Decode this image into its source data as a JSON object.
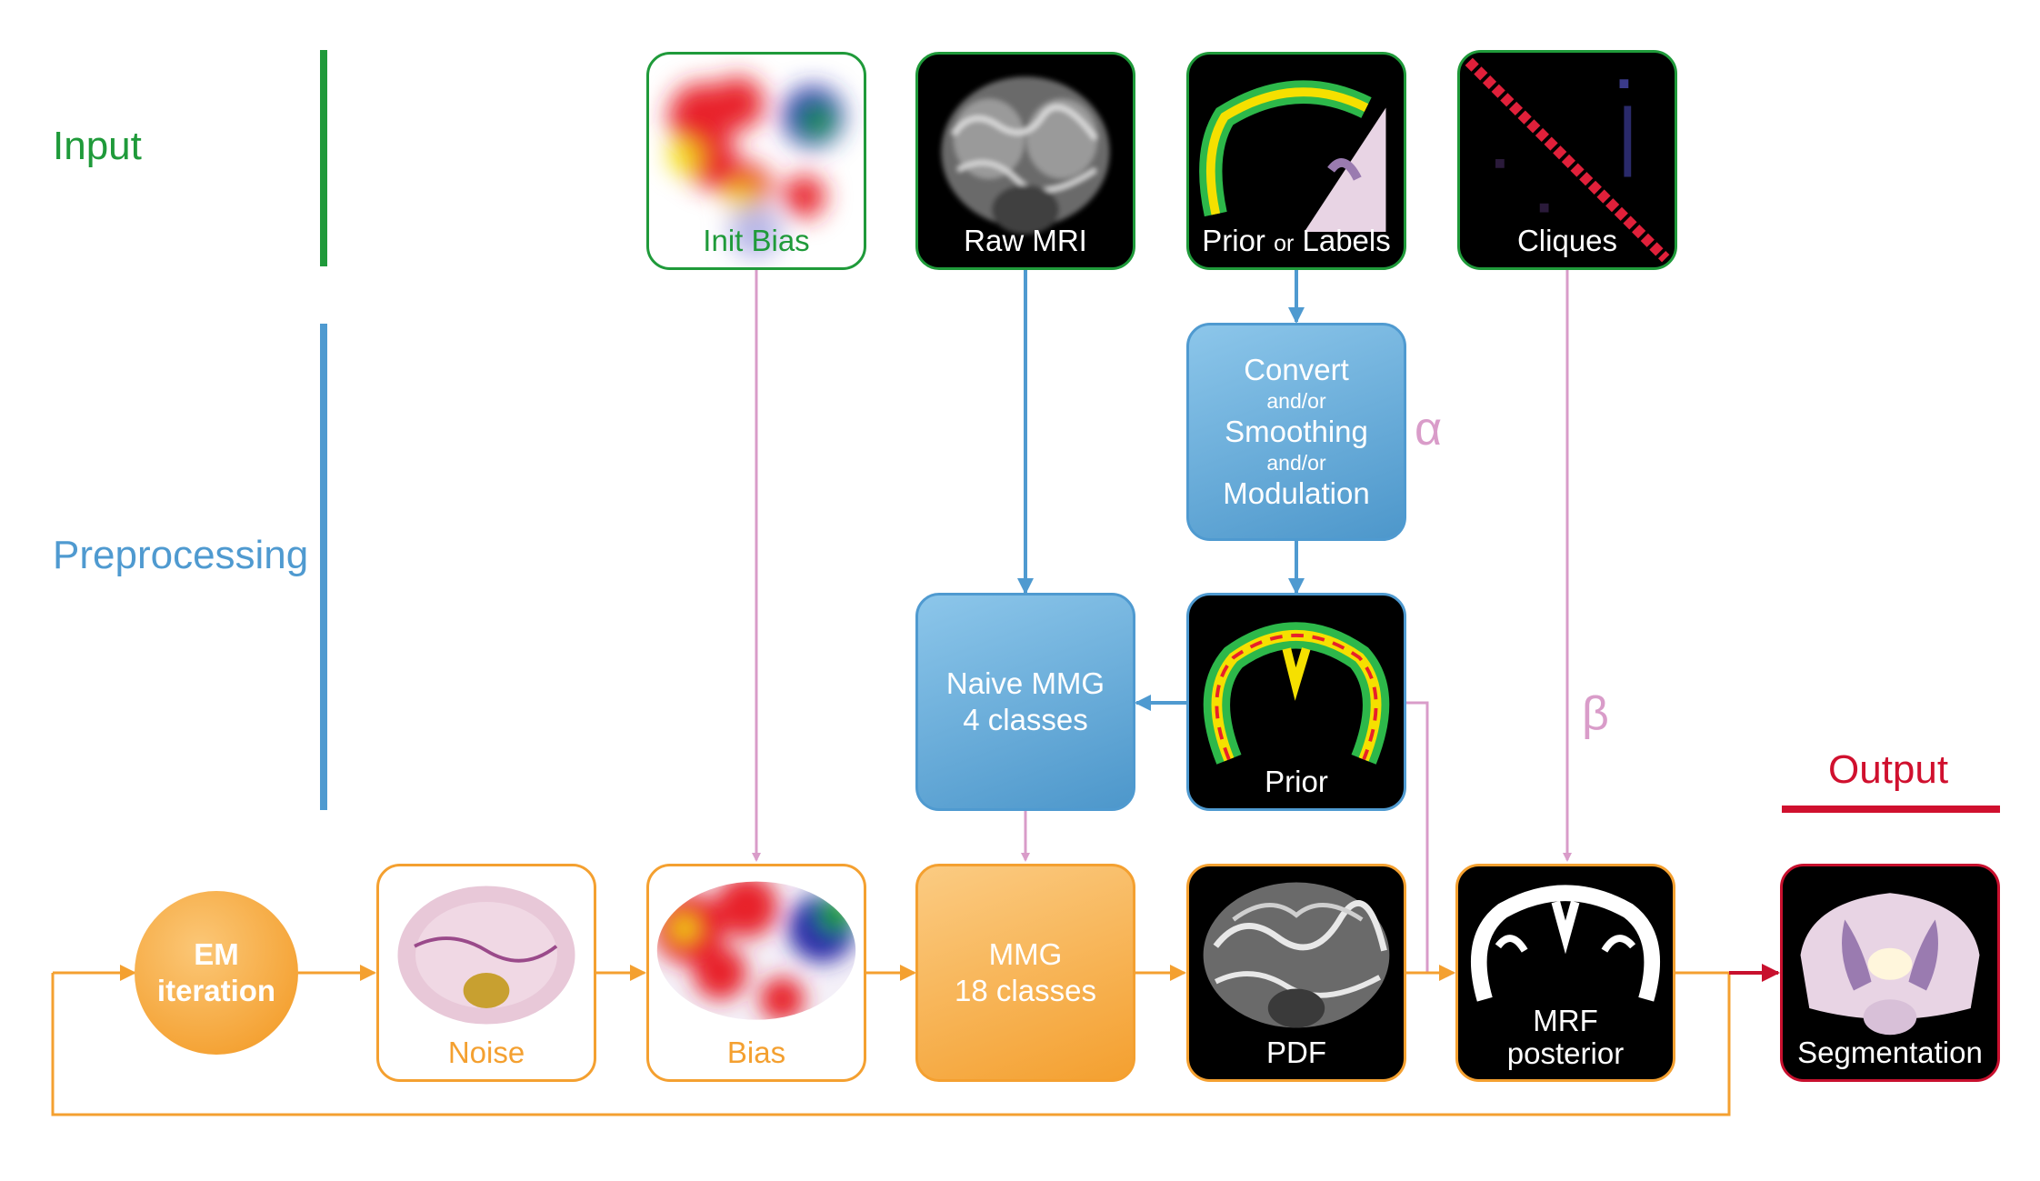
{
  "sections": {
    "input": "Input",
    "preprocessing": "Preprocessing",
    "output": "Output"
  },
  "tiles": {
    "init_bias": "Init Bias",
    "raw_mri": "Raw MRI",
    "prior_or_labels": {
      "prior": "Prior",
      "or": "or",
      "labels": "Labels"
    },
    "cliques": "Cliques",
    "prior": "Prior",
    "noise": "Noise",
    "bias": "Bias",
    "pdf": "PDF",
    "mrf_posterior": {
      "line1": "MRF",
      "line2": "posterior"
    },
    "segmentation": "Segmentation"
  },
  "boxes": {
    "convert": {
      "line1": "Convert",
      "and1": "and/or",
      "line2": "Smoothing",
      "and2": "and/or",
      "line3": "Modulation"
    },
    "naive_mmg": {
      "line1": "Naive MMG",
      "line2": "4 classes"
    },
    "mmg": {
      "line1": "MMG",
      "line2": "18 classes"
    },
    "em": {
      "line1": "EM",
      "line2": "iteration"
    }
  },
  "params": {
    "alpha": "α",
    "beta": "β"
  },
  "colors": {
    "input": "#1f9a3a",
    "preprocessing": "#4f9ad0",
    "output": "#d0102e",
    "em_loop": "#f4a030",
    "param_arrow": "#d99cc9"
  }
}
